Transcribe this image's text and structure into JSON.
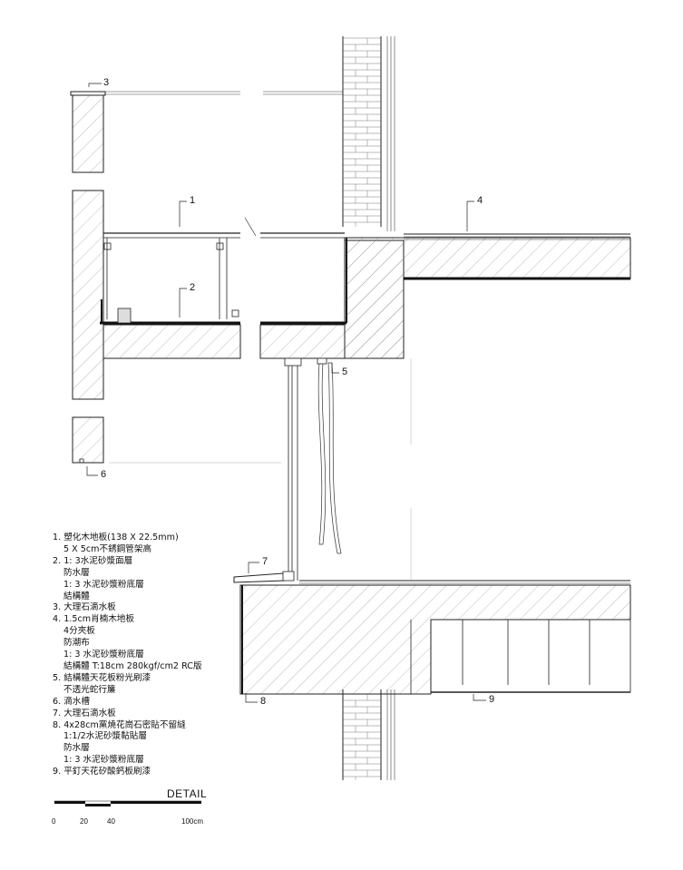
{
  "callouts": {
    "c1": "1",
    "c2": "2",
    "c3": "3",
    "c4": "4",
    "c5": "5",
    "c6": "6",
    "c7": "7",
    "c8": "8",
    "c9": "9"
  },
  "legend": [
    {
      "id": "item-1",
      "lines": [
        "1. 塑化木地板(138 X 22.5mm)",
        "5 X 5cm不銹鋼管架高"
      ]
    },
    {
      "id": "item-2",
      "lines": [
        "2. 1: 3水泥砂漿面層",
        "防水層",
        "1: 3 水泥砂漿粉底層",
        "結構體"
      ]
    },
    {
      "id": "item-3",
      "lines": [
        "3. 大理石滴水板"
      ]
    },
    {
      "id": "item-4",
      "lines": [
        "4. 1.5cm肖楠木地板",
        "4分夾板",
        "防潮布",
        "1: 3 水泥砂漿粉底層",
        "結構體 T:18cm    280kgf/cm2 RC版"
      ]
    },
    {
      "id": "item-5",
      "lines": [
        "5. 結構體天花板粉光刷漆",
        "不透光蛇行簾"
      ]
    },
    {
      "id": "item-6",
      "lines": [
        "6. 滴水槽"
      ]
    },
    {
      "id": "item-7",
      "lines": [
        "7. 大理石滴水板"
      ]
    },
    {
      "id": "item-8",
      "lines": [
        "8. 4x28cm黨燒花崗石密貼不留縫",
        "1:1/2水泥砂漿黏貼層",
        "防水層",
        "1: 3 水泥砂漿粉底層"
      ]
    },
    {
      "id": "item-9",
      "lines": [
        "9. 平釘天花矽酸鈣板刷漆"
      ]
    }
  ],
  "detail_title": "DETAIL",
  "scale": {
    "ticks": [
      "0",
      "20",
      "40",
      "100cm"
    ]
  },
  "colors": {
    "line": "#222222",
    "hatch": "#666666",
    "waterproof": "#111111"
  }
}
